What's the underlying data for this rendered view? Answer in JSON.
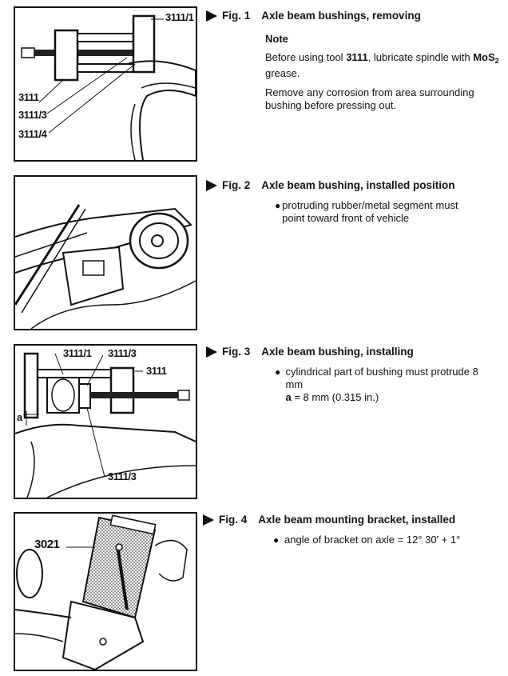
{
  "figures": [
    {
      "number": "Fig. 1",
      "title": "Axle beam bushings, removing",
      "note_title": "Note",
      "para1_pre": "Before using tool ",
      "para1_tool": "3111",
      "para1_mid": ", lubricate spindle with ",
      "para1_mos": "MoS",
      "para1_sub": "2",
      "para1_post": " grease.",
      "para2": "Remove any corrosion from area surrounding bushing before pressing out.",
      "callouts": [
        "3111/1",
        "3111",
        "3111/3",
        "3111/4"
      ]
    },
    {
      "number": "Fig. 2",
      "title": "Axle beam bushing, installed position",
      "bullet": "protruding rubber/metal segment must point toward front of vehicle"
    },
    {
      "number": "Fig. 3",
      "title": "Axle beam bushing, installing",
      "bullet_line1": "cylindrical part of bushing must protrude 8 mm",
      "bullet_a": "a",
      "bullet_line2": " = 8 mm (0.315 in.)",
      "callouts": [
        "3111/1",
        "3111/3",
        "3111",
        "a",
        "3111/3"
      ]
    },
    {
      "number": "Fig. 4",
      "title": "Axle beam mounting bracket, installed",
      "bullet": "angle of bracket on axle = 12° 30′ + 1°",
      "callouts": [
        "3021"
      ]
    }
  ]
}
